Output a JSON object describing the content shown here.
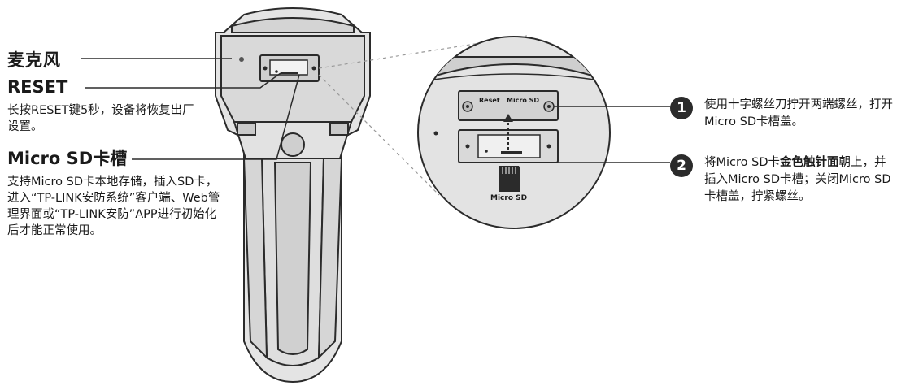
{
  "labels": {
    "mic": "麦克风",
    "reset": "RESET",
    "reset_desc": "长按RESET键5秒，设备将恢复出厂设置。",
    "sd_slot": "Micro SD卡槽",
    "sd_desc": "支持Micro SD卡本地存储，插入SD卡，进入“TP-LINK安防系统”客户端、Web管理界面或“TP-LINK安防”APP进行初始化后才能正常使用。"
  },
  "steps": [
    {
      "number": "1",
      "text": "使用十字螺丝刀拧开两端螺丝，打开Micro SD卡槽盖。"
    },
    {
      "number": "2",
      "text_before": "将Micro SD卡",
      "text_bold": "金色触针面",
      "text_after": "朝上，并插入Micro SD卡槽；关闭Micro SD卡槽盖，拧紧螺丝。"
    }
  ],
  "detail": {
    "panel_label_reset": "Reset",
    "panel_label_sd": "Micro SD",
    "card_label": "Micro SD"
  },
  "colors": {
    "body_fill": "#e6e6e6",
    "outline": "#2b2b2b",
    "badge": "#2b2b2b"
  }
}
